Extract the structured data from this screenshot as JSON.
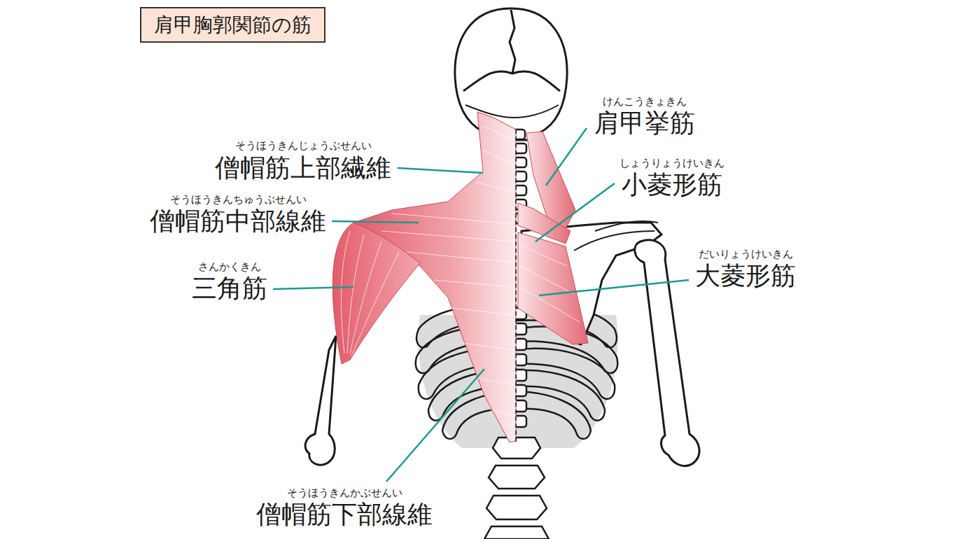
{
  "diagram": {
    "title": "肩甲胸郭関節の筋",
    "labels": [
      "けんこうきょきん",
      "肩甲挙筋",
      "そうほうきんじょうぶせんい",
      "僧帽筋上部繊維",
      "しょうりょうけいきん",
      "小菱形筋",
      "そうほうきんちゅうぶせんい",
      "僧帽筋中部線維",
      "だいりょうけいきん",
      "大菱形筋",
      "さんかくきん",
      "三角筋",
      "そうほうきんかぶせんい",
      "僧帽筋下部線維"
    ]
  }
}
